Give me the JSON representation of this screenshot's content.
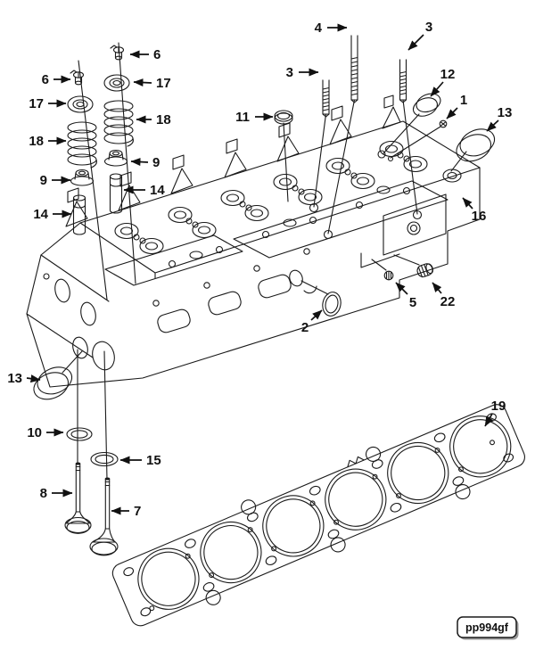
{
  "figure": {
    "code_label": "pp994gf",
    "colors": {
      "line": "#1a1a1a",
      "background": "#ffffff"
    },
    "callouts": [
      {
        "ref": "4"
      },
      {
        "ref": "3"
      },
      {
        "ref": "3"
      },
      {
        "ref": "12"
      },
      {
        "ref": "1"
      },
      {
        "ref": "13"
      },
      {
        "ref": "11"
      },
      {
        "ref": "6"
      },
      {
        "ref": "6"
      },
      {
        "ref": "17"
      },
      {
        "ref": "17"
      },
      {
        "ref": "18"
      },
      {
        "ref": "18"
      },
      {
        "ref": "9"
      },
      {
        "ref": "9"
      },
      {
        "ref": "14"
      },
      {
        "ref": "14"
      },
      {
        "ref": "16"
      },
      {
        "ref": "5"
      },
      {
        "ref": "22"
      },
      {
        "ref": "2"
      },
      {
        "ref": "13"
      },
      {
        "ref": "10"
      },
      {
        "ref": "15"
      },
      {
        "ref": "8"
      },
      {
        "ref": "7"
      },
      {
        "ref": "19"
      }
    ]
  }
}
